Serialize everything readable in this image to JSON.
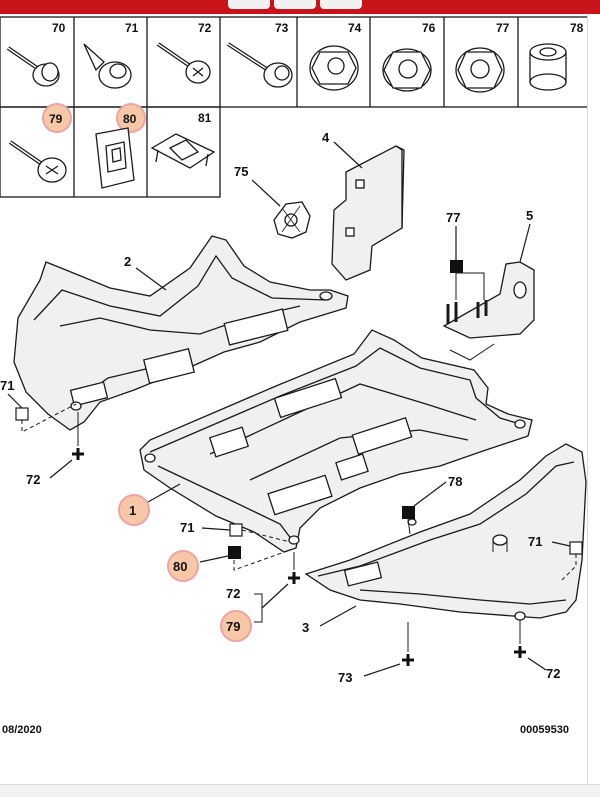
{
  "header_icons": [
    "tool-icon",
    "tool-icon",
    "tool-icon"
  ],
  "parts_grid": {
    "row1": [
      "70",
      "71",
      "72",
      "73",
      "74",
      "76",
      "77",
      "78"
    ],
    "row2": [
      "79",
      "80",
      "81"
    ]
  },
  "callouts": {
    "c1": "1",
    "c2": "2",
    "c3": "3",
    "c4": "4",
    "c5": "5",
    "c71a": "71",
    "c71b": "71",
    "c71c": "71",
    "c72a": "72",
    "c72b": "72",
    "c72c": "72",
    "c73": "73",
    "c75": "75",
    "c77": "77",
    "c78": "78",
    "c79": "79",
    "c80": "80"
  },
  "footer": {
    "date": "08/2020",
    "ref": "00059530"
  },
  "colors": {
    "topbar": "#c8131b",
    "highlight": "#f6c8a8",
    "highlight_ring": "#eca4a4",
    "panel_fill": "#f0f0f0",
    "line": "#1a1a1a"
  }
}
